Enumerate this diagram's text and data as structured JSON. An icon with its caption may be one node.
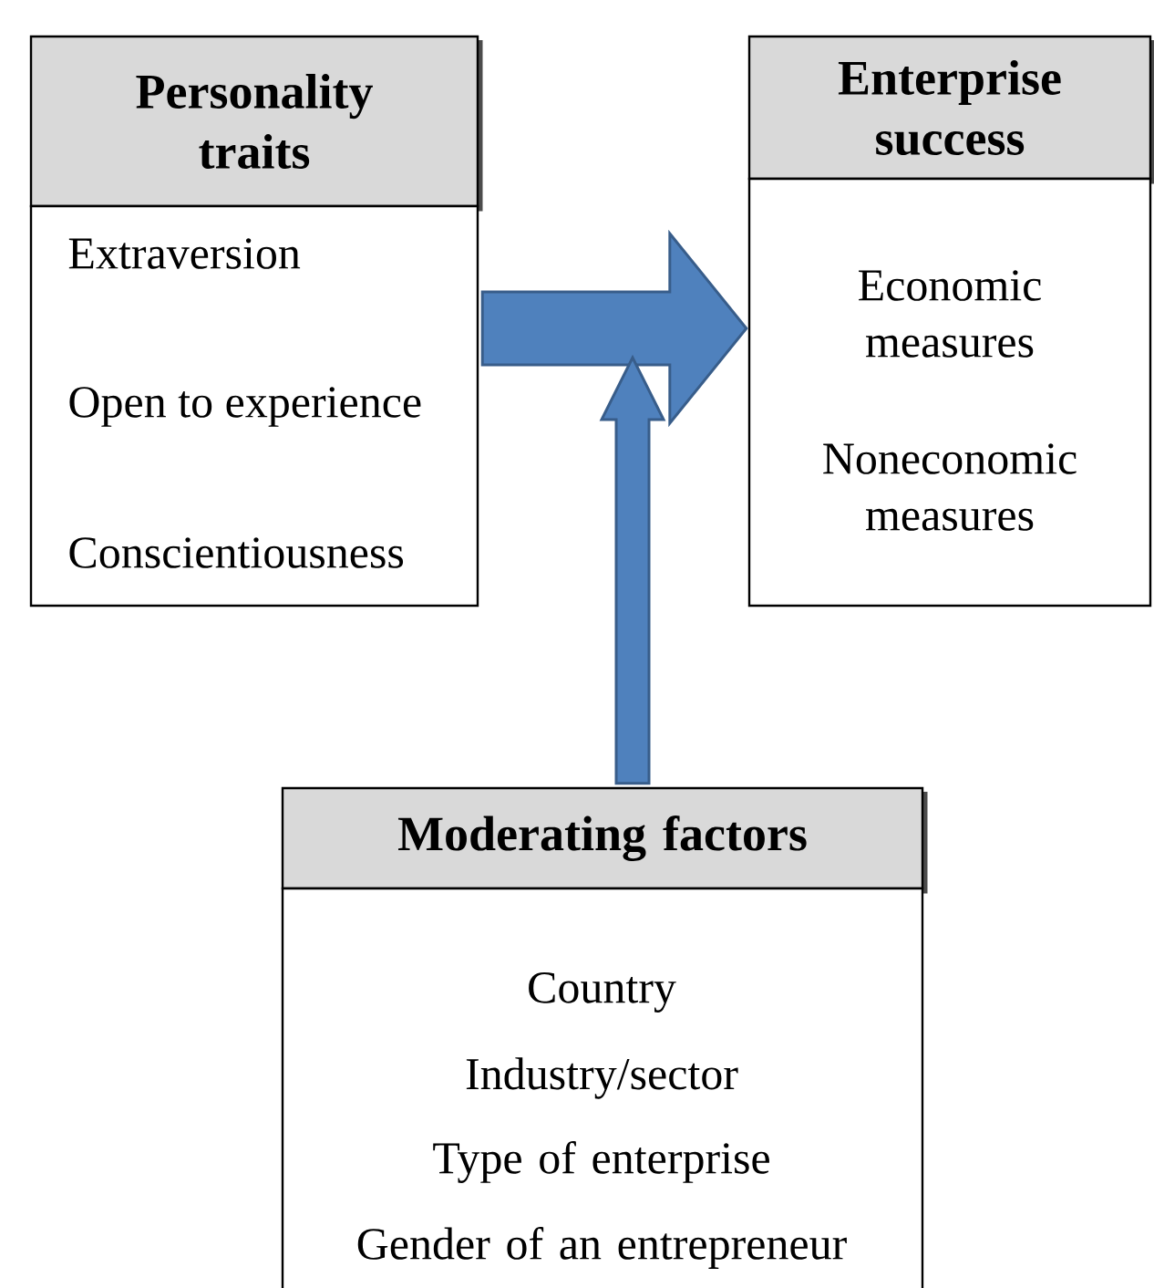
{
  "diagram": {
    "nodes": [
      {
        "text": [
          "Personality traits"
        ]
      },
      {
        "text": [
          "Extraversion",
          "Open to experience",
          "Conscientiousness"
        ]
      },
      {
        "text": [
          "Enterprise success"
        ]
      },
      {
        "text": [
          "Economic measures",
          "Noneconomic measures"
        ]
      },
      {
        "text": [
          "Moderating factors"
        ]
      },
      {
        "text": [
          "Country",
          "Industry/sector",
          "Type of enterprise",
          "Gender of an entrepreneur"
        ]
      }
    ],
    "edges": [
      {
        "from": 1,
        "to": 3,
        "arrow": "to"
      },
      {
        "from": 4,
        "to": null,
        "arrow": "to"
      }
    ]
  }
}
